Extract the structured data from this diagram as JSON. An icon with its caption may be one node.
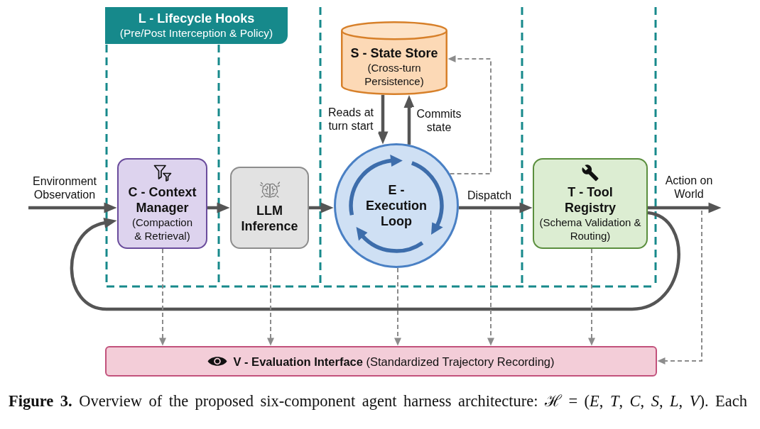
{
  "diagram": {
    "caption": "**Figure 3.** Overview of the proposed six-component agent harness architecture: ℋ = (*E*, *T*, *C*, *S*, *L*, *V*). Each",
    "nodes": [
      {
        "text": [
          "L - Lifecycle Hooks",
          "(Pre/Post Interception & Policy)"
        ]
      },
      {
        "text": [
          "S - State Store",
          "(Cross-turn Persistence)"
        ]
      },
      {
        "text": [
          "C - Context Manager",
          "(Compaction & Retrieval)"
        ]
      },
      {
        "text": [
          "LLM Inference"
        ]
      },
      {
        "text": [
          "E - Execution Loop"
        ]
      },
      {
        "text": [
          "T - Tool Registry",
          "(Schema Validation & Routing)"
        ]
      },
      {
        "text": [
          "**V - Evaluation Interface** (Standardized Trajectory Recording)"
        ]
      }
    ],
    "edges": [
      {
        "from": null,
        "to": 2,
        "arrow": "to",
        "label": "Environment Observation"
      },
      {
        "from": 2,
        "to": 3,
        "arrow": "to"
      },
      {
        "from": 3,
        "to": 4,
        "arrow": "to"
      },
      {
        "from": 4,
        "to": 5,
        "arrow": "to",
        "label": "Dispatch"
      },
      {
        "from": 5,
        "to": null,
        "arrow": "to",
        "label": "Action on World"
      },
      {
        "from": 1,
        "to": 4,
        "arrow": "to",
        "label": "Reads at turn start"
      },
      {
        "from": 4,
        "to": 1,
        "arrow": "to",
        "label": "Commits state"
      },
      {
        "from": 5,
        "to": 2,
        "arrow": "to"
      },
      {
        "from": 4,
        "to": 1,
        "arrow": "to",
        "style": "dashed",
        "color": "#8c8c8c"
      },
      {
        "from": 2,
        "to": 6,
        "arrow": "to",
        "style": "dashed",
        "color": "#8c8c8c"
      },
      {
        "from": 3,
        "to": 6,
        "arrow": "to",
        "style": "dashed",
        "color": "#8c8c8c"
      },
      {
        "from": 4,
        "to": 6,
        "arrow": "to",
        "style": "dashed",
        "color": "#8c8c8c"
      },
      {
        "from": null,
        "to": 6,
        "arrow": "to",
        "style": "dashed",
        "color": "#8c8c8c"
      },
      {
        "from": 5,
        "to": 6,
        "arrow": "to",
        "style": "dashed",
        "color": "#8c8c8c"
      },
      {
        "from": null,
        "to": 6,
        "arrow": "to",
        "style": "dashed",
        "color": "#8c8c8c"
      }
    ]
  }
}
